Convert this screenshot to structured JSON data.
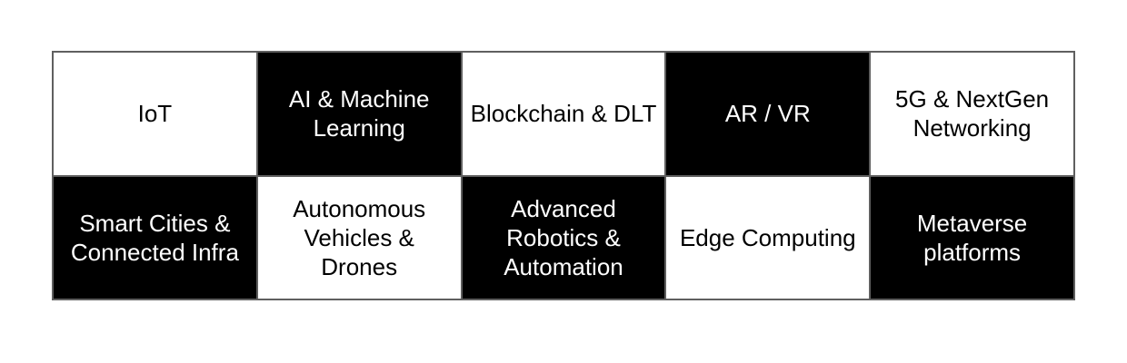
{
  "page": {
    "background": "#ffffff"
  },
  "palette": {
    "cell_light_bg": "#ffffff",
    "cell_dark_bg": "#000000",
    "grid_line": "#5f5f5f",
    "text_on_light": "#000000",
    "text_on_dark": "#ffffff"
  },
  "grid": {
    "rows": 2,
    "columns": 5,
    "cells": [
      {
        "label": "IoT",
        "variant": "light"
      },
      {
        "label": "AI & Machine Learning",
        "variant": "dark"
      },
      {
        "label": "Blockchain & DLT",
        "variant": "light"
      },
      {
        "label": "AR / VR",
        "variant": "dark"
      },
      {
        "label": "5G & NextGen Networking",
        "variant": "light"
      },
      {
        "label": "Smart Cities & Connected Infra",
        "variant": "dark"
      },
      {
        "label": "Autonomous Vehicles & Drones",
        "variant": "light"
      },
      {
        "label": "Advanced Robotics & Automation",
        "variant": "dark"
      },
      {
        "label": "Edge Computing",
        "variant": "light"
      },
      {
        "label": "Metaverse platforms",
        "variant": "dark"
      }
    ]
  }
}
